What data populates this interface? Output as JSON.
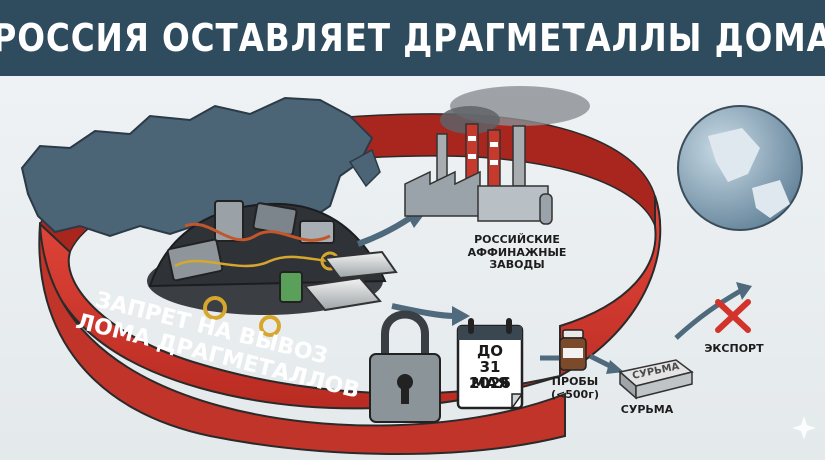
{
  "header": {
    "title": "РОССИЯ ОСТАВЛЯЕТ ДРАГМЕТАЛЛЫ ДОМА"
  },
  "labels": {
    "refineries": "РОССИЙСКИЕ\nАФФИНАЖНЫЕ\nЗАВОДЫ",
    "ban_line1": "ЗАПРЕТ НА ВЫВОЗ",
    "ban_line2": "ЛОМА ДРАГМЕТАЛЛОВ",
    "calendar_line1": "ДО",
    "calendar_line2": "31 МАЯ",
    "calendar_line3": "2026",
    "samples": "ПРОБЫ\n(<500г)",
    "antimony": "СУРЬМА",
    "ingot_stamp": "СУРЬМА",
    "export": "ЭКСПОРТ"
  },
  "icons": [
    "russia-map-icon",
    "scrap-pile-icon",
    "factory-icon",
    "globe-icon",
    "padlock-icon",
    "calendar-icon",
    "sample-jar-icon",
    "antimony-ingot-icon",
    "export-blocked-icon"
  ],
  "colors": {
    "header": "#2f4b5e",
    "band": "#d63a30",
    "map": "#4b6476"
  }
}
